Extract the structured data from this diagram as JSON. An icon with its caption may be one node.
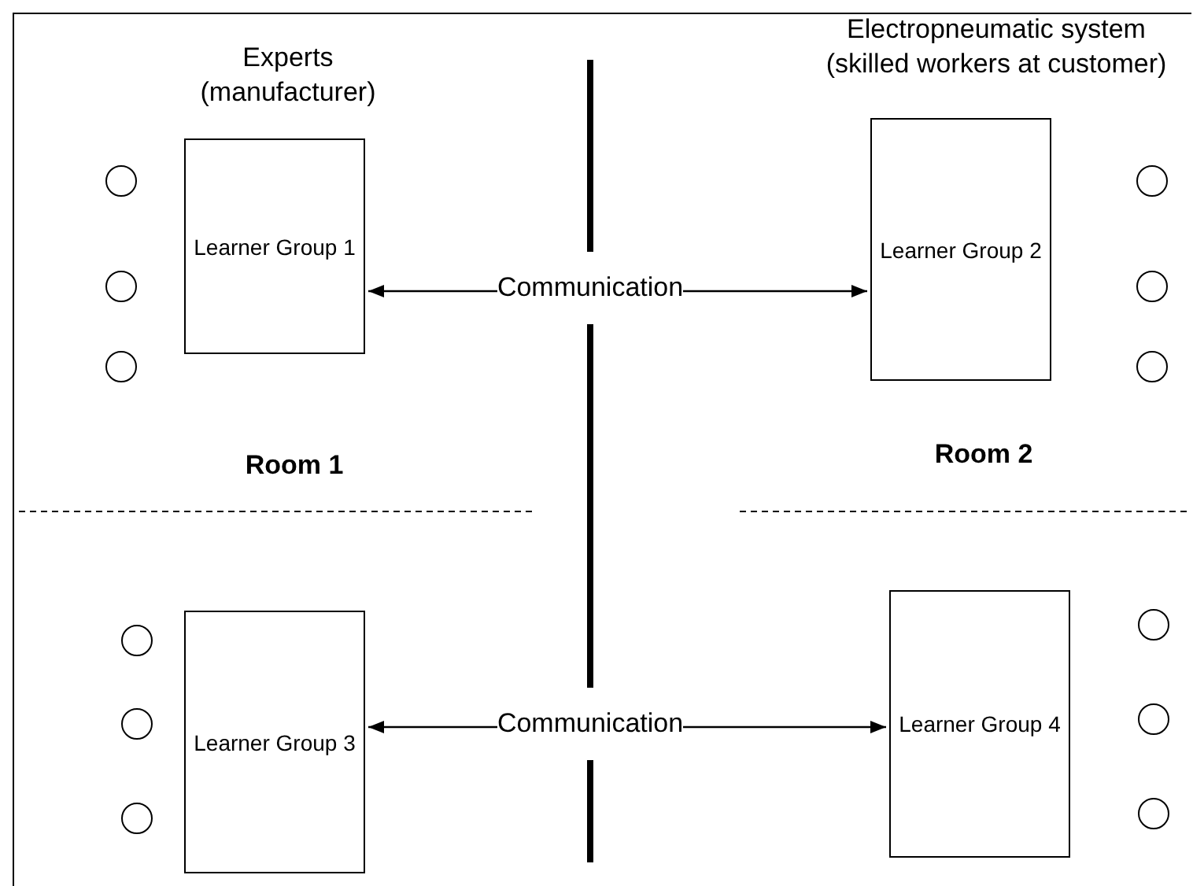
{
  "diagram": {
    "nodes": [
      {
        "text": [
          "Learner Group 1"
        ]
      },
      {
        "text": [
          "Communication"
        ]
      },
      {
        "text": [
          "Learner Group 2"
        ]
      },
      {
        "text": [
          "Learner Group 3"
        ]
      },
      {
        "text": [
          "Communication"
        ]
      },
      {
        "text": [
          "Learner Group 4"
        ]
      },
      {
        "text": [],
        "shape": "circle"
      },
      {
        "text": [],
        "shape": "circle"
      },
      {
        "text": [],
        "shape": "circle"
      },
      {
        "text": [],
        "shape": "circle"
      },
      {
        "text": [],
        "shape": "circle"
      },
      {
        "text": [],
        "shape": "circle"
      },
      {
        "text": [],
        "shape": "circle"
      },
      {
        "text": [],
        "shape": "circle"
      },
      {
        "text": [],
        "shape": "circle"
      },
      {
        "text": [],
        "shape": "circle"
      },
      {
        "text": [],
        "shape": "circle"
      },
      {
        "text": [],
        "shape": "circle"
      }
    ],
    "edges": [
      {
        "from": 1,
        "to": 0,
        "arrow": "to"
      },
      {
        "from": 1,
        "to": 2,
        "arrow": "to"
      },
      {
        "from": 4,
        "to": 3,
        "arrow": "to"
      },
      {
        "from": 4,
        "to": 5,
        "arrow": "to"
      }
    ],
    "labels": [
      "Experts (manufacturer)",
      "Electropneumatic system (skilled workers at customer)",
      "Room 1",
      "Room 2"
    ]
  }
}
